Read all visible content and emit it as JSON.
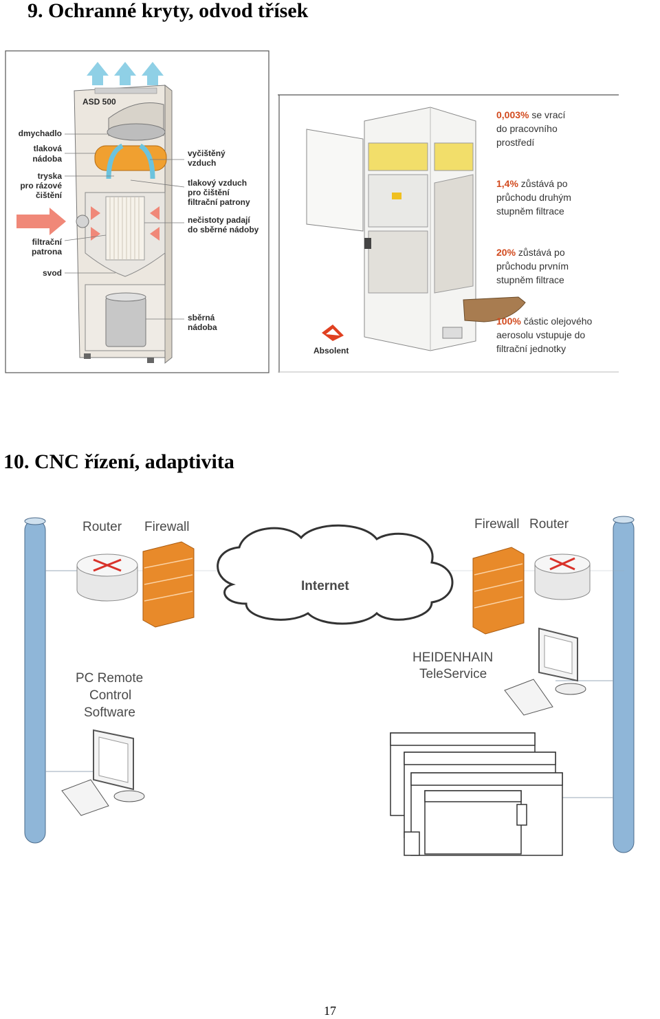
{
  "section9": {
    "heading": "9. Ochranné kryty, odvod třísek",
    "figure1": {
      "unit_brand": "ASD 500",
      "labels": {
        "blower": "dmychadlo",
        "tank_1": "tlaková",
        "tank_2": "nádoba",
        "nozzle_1": "tryska",
        "nozzle_2": "pro rázové",
        "nozzle_3": "čištění",
        "cartridge_1": "filtrační",
        "cartridge_2": "patrona",
        "drain": "svod",
        "clean_air_1": "vyčištěný",
        "clean_air_2": "vzduch",
        "pressure_air_1": "tlakový vzduch",
        "pressure_air_2": "pro čištění",
        "pressure_air_3": "filtrační patrony",
        "dirt_1": "nečistoty padají",
        "dirt_2": "do sběrné nádoby",
        "bin_1": "sběrná",
        "bin_2": "nádoba"
      }
    },
    "figure2": {
      "logo_text": "Absolent",
      "notes": [
        {
          "pct": "0,003%",
          "line1": " se vrací",
          "line2": "do pracovního",
          "line3": "prostředí"
        },
        {
          "pct": "1,4%",
          "line1": " zůstává po",
          "line2": "průchodu druhým",
          "line3": "stupněm filtrace"
        },
        {
          "pct": "20%",
          "line1": " zůstává po",
          "line2": "průchodu prvním",
          "line3": "stupněm filtrace"
        },
        {
          "pct": "100%",
          "line1": " částic olejového",
          "line2": "aerosolu vstupuje do",
          "line3": "filtrační jednotky"
        }
      ]
    }
  },
  "section10": {
    "heading": "10. CNC řízení, adaptivita",
    "network": {
      "router_left": "Router",
      "firewall_left": "Firewall",
      "firewall_right": "Firewall",
      "router_right": "Router",
      "cloud": "Internet",
      "heidenhain_1": "HEIDENHAIN",
      "heidenhain_2": "TeleService",
      "pc_1": "PC Remote",
      "pc_2": "Control",
      "pc_3": "Software"
    }
  },
  "page_number": "17",
  "colors": {
    "arrow_clean": "#6cc3dd",
    "arrow_dirty": "#f08878",
    "tank": "#f0a030",
    "pct_accent": "#d24a1e",
    "firewall": "#e88a2a",
    "pipe": "#8fb6d8"
  }
}
